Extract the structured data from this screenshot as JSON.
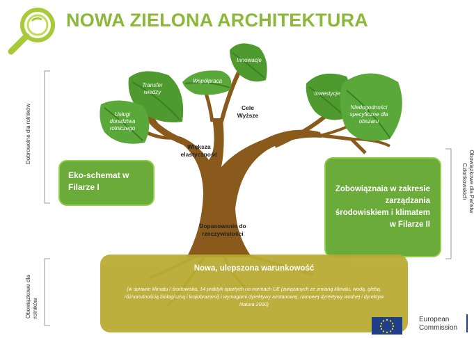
{
  "header": {
    "title": "NOWA ZIELONA ARCHITEKTURA",
    "icon": "magnifier-icon"
  },
  "left_labels": {
    "voluntary": "Dobrowolne dla rolników",
    "mandatory": "Obowiązkowe dla rolników"
  },
  "right_label": "Obowiązkowe dla Państw Członkowskich",
  "leaves": {
    "transfer": "Transfer wiedzy",
    "uslugi": "Usługi doradztwa rolniczego",
    "wspolpraca": "Współpraca",
    "innowacje": "Innowacje",
    "inwestycje": "Inwestycje",
    "niedogodnosci": "Niedogodności specyficzne dla obszaru"
  },
  "tree": {
    "cele": "Cele Wyższe",
    "elastycznosc": "Większa elastyczność",
    "dopasowanie": "Dopasowanie do rzeczywistości"
  },
  "boxes": {
    "eko": "Eko-schemat w Filarze I",
    "zobowiazania": "Zobowiąznaia w zakresie zarządzania środowiskiem i klimatem w Filarze II"
  },
  "conditionality": {
    "title": "Nowa, ulepszona warunkowość",
    "text": "(w sprawie klimatu / środowiska, 14 praktyk opartych na normach UE (związanych ze zmianą klimatu, wodą, glebą, różnorodnością biologiczną i krajobrazami) i wymogami dyrektywy azotanowej, ramowej dyrektywy wodnej i dyrektyw Natura 2000)"
  },
  "footer": {
    "org_line1": "European",
    "org_line2": "Commission"
  },
  "colors": {
    "title_green": "#8cb83a",
    "leaf_green": "#5a9e32",
    "trunk_brown": "#8a5a1c",
    "box_green": "#6aab3a",
    "box_yellow": "#b8a92e"
  }
}
